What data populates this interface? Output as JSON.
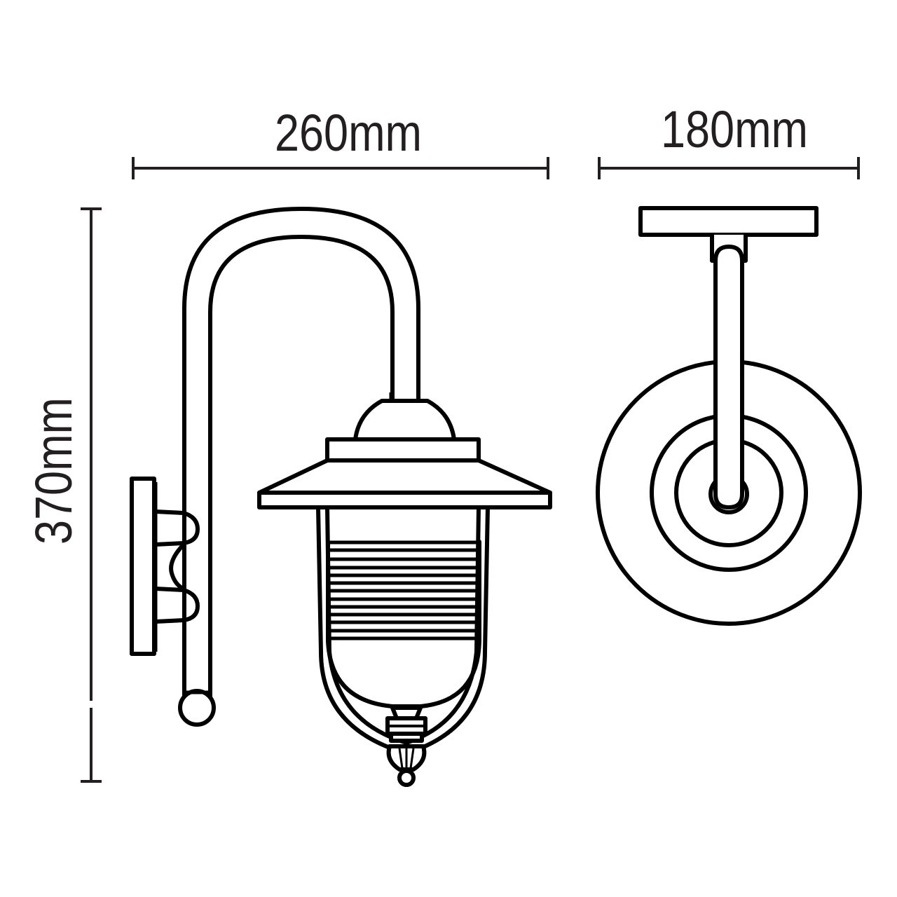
{
  "diagram": {
    "type": "technical-dimension-drawing",
    "subject": "wall lantern",
    "views": [
      "side-view",
      "front-view"
    ],
    "colors": {
      "line": "#000000",
      "dimension": "#231f20",
      "background": "#ffffff"
    }
  },
  "dimensions": {
    "width": {
      "label": "260mm",
      "value": 260,
      "unit": "mm"
    },
    "depth": {
      "label": "180mm",
      "value": 180,
      "unit": "mm"
    },
    "height": {
      "label": "370mm",
      "value": 370,
      "unit": "mm"
    }
  }
}
